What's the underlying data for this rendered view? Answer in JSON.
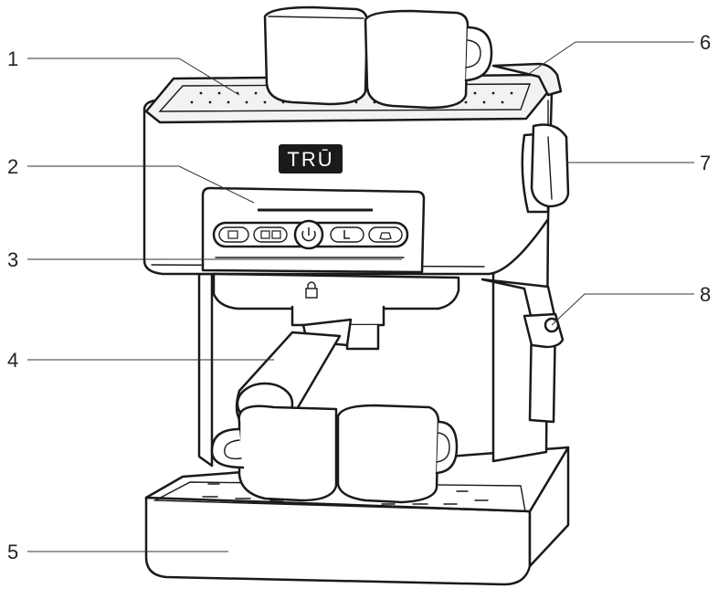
{
  "brand": {
    "logo_text": "TRŪ"
  },
  "callouts": [
    {
      "number": "1"
    },
    {
      "number": "2"
    },
    {
      "number": "3"
    },
    {
      "number": "4"
    },
    {
      "number": "5"
    },
    {
      "number": "6"
    },
    {
      "number": "7"
    },
    {
      "number": "8"
    }
  ]
}
